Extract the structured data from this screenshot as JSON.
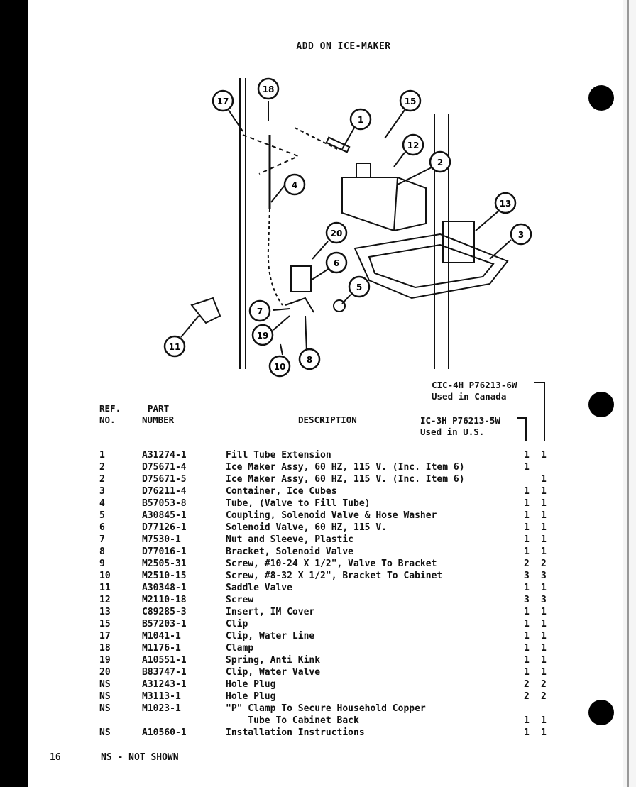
{
  "page_title": "ADD ON ICE-MAKER",
  "diagram": {
    "callouts": [
      "1",
      "2",
      "3",
      "4",
      "5",
      "6",
      "7",
      "8",
      "10",
      "11",
      "12",
      "13",
      "15",
      "17",
      "18",
      "19",
      "20"
    ]
  },
  "models": {
    "col1": {
      "line1": "IC-3H P76213-5W",
      "line2": "Used in U.S."
    },
    "col2": {
      "line1": "CIC-4H P76213-6W",
      "line2": "Used in Canada"
    }
  },
  "headers": {
    "ref_line1": "REF.",
    "ref_line2": "NO.",
    "part_line1": "PART",
    "part_line2": "NUMBER",
    "description": "DESCRIPTION"
  },
  "parts": [
    {
      "ref": "1",
      "part": "A31274-1",
      "desc": "Fill Tube Extension",
      "q1": "1",
      "q2": "1"
    },
    {
      "ref": "2",
      "part": "D75671-4",
      "desc": "Ice Maker Assy, 60 HZ, 115 V. (Inc. Item 6)",
      "q1": "1",
      "q2": ""
    },
    {
      "ref": "2",
      "part": "D75671-5",
      "desc": "Ice Maker Assy, 60 HZ, 115 V. (Inc. Item 6)",
      "q1": "",
      "q2": "1"
    },
    {
      "ref": "3",
      "part": "D76211-4",
      "desc": "Container, Ice Cubes",
      "q1": "1",
      "q2": "1"
    },
    {
      "ref": "4",
      "part": "B57053-8",
      "desc": "Tube, (Valve to Fill Tube)",
      "q1": "1",
      "q2": "1"
    },
    {
      "ref": "5",
      "part": "A30845-1",
      "desc": "Coupling, Solenoid Valve & Hose Washer",
      "q1": "1",
      "q2": "1"
    },
    {
      "ref": "6",
      "part": "D77126-1",
      "desc": "Solenoid Valve, 60 HZ, 115 V.",
      "q1": "1",
      "q2": "1"
    },
    {
      "ref": "7",
      "part": "M7530-1",
      "desc": "Nut and Sleeve, Plastic",
      "q1": "1",
      "q2": "1"
    },
    {
      "ref": "8",
      "part": "D77016-1",
      "desc": "Bracket, Solenoid Valve",
      "q1": "1",
      "q2": "1"
    },
    {
      "ref": "9",
      "part": "M2505-31",
      "desc": "Screw, #10-24 X 1/2\", Valve To Bracket",
      "q1": "2",
      "q2": "2"
    },
    {
      "ref": "10",
      "part": "M2510-15",
      "desc": "Screw, #8-32 X 1/2\", Bracket To Cabinet",
      "q1": "3",
      "q2": "3"
    },
    {
      "ref": "11",
      "part": "A30348-1",
      "desc": "Saddle Valve",
      "q1": "1",
      "q2": "1"
    },
    {
      "ref": "12",
      "part": "M2110-18",
      "desc": "Screw",
      "q1": "3",
      "q2": "3"
    },
    {
      "ref": "13",
      "part": "C89285-3",
      "desc": "Insert, IM Cover",
      "q1": "1",
      "q2": "1"
    },
    {
      "ref": "15",
      "part": "B57203-1",
      "desc": "Clip",
      "q1": "1",
      "q2": "1"
    },
    {
      "ref": "17",
      "part": "M1041-1",
      "desc": "Clip, Water Line",
      "q1": "1",
      "q2": "1"
    },
    {
      "ref": "18",
      "part": "M1176-1",
      "desc": "Clamp",
      "q1": "1",
      "q2": "1"
    },
    {
      "ref": "19",
      "part": "A10551-1",
      "desc": "Spring, Anti Kink",
      "q1": "1",
      "q2": "1"
    },
    {
      "ref": "20",
      "part": "B83747-1",
      "desc": "Clip, Water Valve",
      "q1": "1",
      "q2": "1"
    },
    {
      "ref": "NS",
      "part": "A31243-1",
      "desc": "Hole Plug",
      "q1": "2",
      "q2": "2"
    },
    {
      "ref": "NS",
      "part": "M3113-1",
      "desc": "Hole Plug",
      "q1": "2",
      "q2": "2"
    },
    {
      "ref": "NS",
      "part": "M1023-1",
      "desc": "\"P\" Clamp To Secure Household Copper",
      "q1": "",
      "q2": ""
    },
    {
      "ref": "",
      "part": "",
      "desc": "    Tube To Cabinet Back",
      "q1": "1",
      "q2": "1"
    },
    {
      "ref": "NS",
      "part": "A10560-1",
      "desc": "Installation Instructions",
      "q1": "1",
      "q2": "1"
    }
  ],
  "footer": {
    "page_number": "16",
    "note": "NS - NOT SHOWN"
  }
}
